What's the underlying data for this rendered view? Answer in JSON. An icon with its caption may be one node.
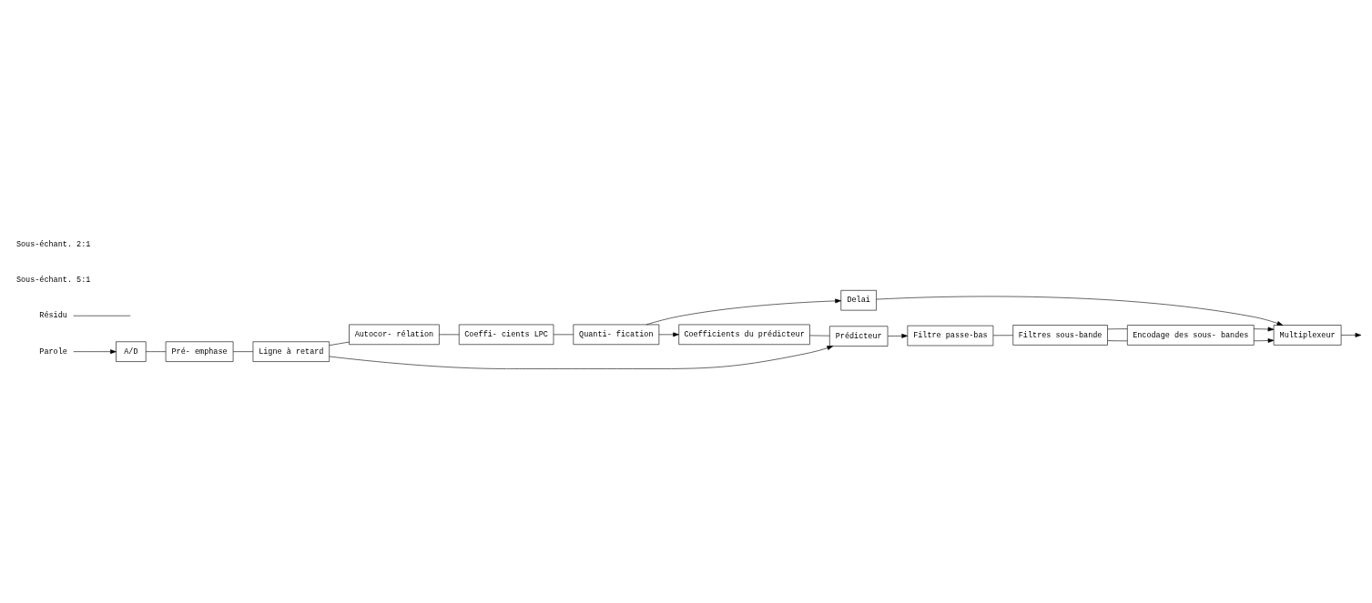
{
  "diagram": {
    "nodes": [
      {
        "text": [
          "Parole"
        ]
      },
      {
        "text": [
          "A/D"
        ]
      },
      {
        "text": [
          "Pré- emphase"
        ]
      },
      {
        "text": [
          "Ligne à retard"
        ]
      },
      {
        "text": [
          "Autocor- rélation"
        ]
      },
      {
        "text": [
          "Coeffi- cients LPC"
        ]
      },
      {
        "text": [
          "Quanti- fication"
        ]
      },
      {
        "text": [
          "Delai"
        ]
      },
      {
        "text": [
          "Multiplexeur"
        ]
      },
      {
        "text": [
          "Coefficients du prédicteur"
        ]
      },
      {
        "text": [
          "Prédicteur"
        ]
      },
      {
        "text": [
          "Filtre passe-bas"
        ]
      },
      {
        "text": [
          "Filtres sous-bande"
        ]
      },
      {
        "text": [
          "Encodage des sous- bandes"
        ]
      },
      {
        "text": [
          "Résidu"
        ]
      }
    ],
    "edges": [
      {
        "from": 0,
        "to": 1,
        "arrow": "to"
      },
      {
        "from": 1,
        "to": 2,
        "arrow": "none"
      },
      {
        "from": 2,
        "to": 3,
        "arrow": "none"
      },
      {
        "from": 3,
        "to": 4,
        "arrow": "none"
      },
      {
        "from": 4,
        "to": 5,
        "arrow": "none"
      },
      {
        "from": 5,
        "to": 6,
        "arrow": "none"
      },
      {
        "from": 6,
        "to": 7,
        "arrow": "to"
      },
      {
        "from": 6,
        "to": 9,
        "arrow": "to"
      },
      {
        "from": 7,
        "to": 8,
        "arrow": "to"
      },
      {
        "from": 3,
        "to": 10,
        "arrow": "to"
      },
      {
        "from": 9,
        "to": 10,
        "arrow": "none"
      },
      {
        "from": 10,
        "to": 11,
        "arrow": "to"
      },
      {
        "from": 11,
        "to": 12,
        "arrow": "none"
      },
      {
        "from": 12,
        "to": 13,
        "arrow": "none"
      },
      {
        "from": 12,
        "to": 13,
        "arrow": "none"
      },
      {
        "from": 13,
        "to": 8,
        "arrow": "to"
      },
      {
        "from": 13,
        "to": 8,
        "arrow": "to"
      },
      {
        "from": 8,
        "to": null,
        "arrow": "to"
      },
      {
        "from": 14,
        "to": null,
        "arrow": "none"
      }
    ],
    "labels": [
      "Sous-échant. 5:1",
      "Sous-échant. 2:1"
    ]
  }
}
